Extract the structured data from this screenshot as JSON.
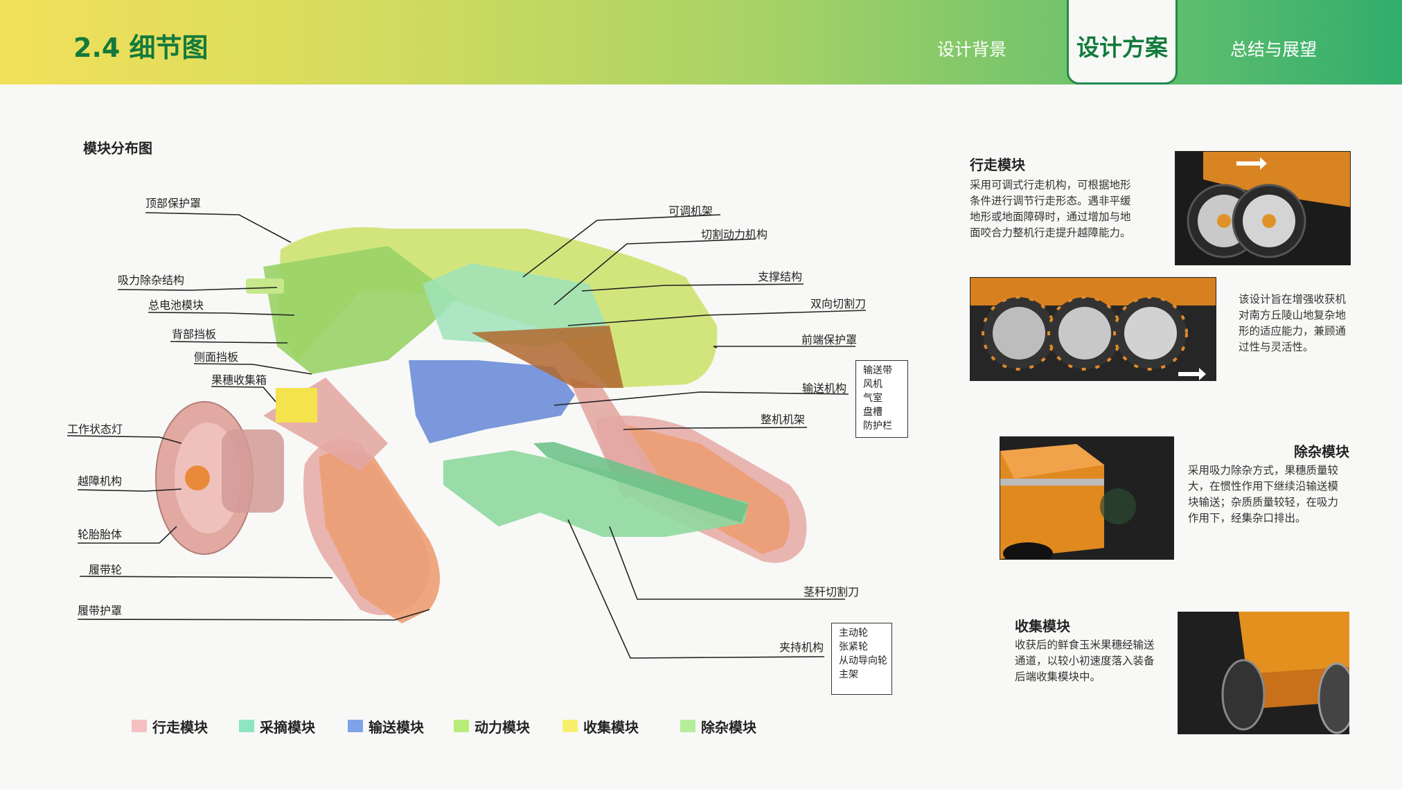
{
  "header": {
    "title": "2.4 细节图",
    "nav": [
      "设计背景",
      "设计方案",
      "总结与展望"
    ],
    "active_nav": "设计方案"
  },
  "diagram": {
    "title": "模块分布图",
    "left_labels": [
      "顶部保护罩",
      "吸力除杂结构",
      "总电池模块",
      "背部挡板",
      "侧面挡板",
      "果穗收集箱",
      "工作状态灯",
      "越障机构",
      "轮胎胎体",
      "履带轮",
      "履带护罩"
    ],
    "right_labels": [
      "可调机架",
      "切割动力机构",
      "支撑结构",
      "双向切割刀",
      "前端保护罩",
      "输送机构",
      "整机机架",
      "茎秆切割刀",
      "夹持机构"
    ],
    "conveyor_box": [
      "输送带",
      "风机",
      "气室",
      "盘槽",
      "防护栏"
    ],
    "clamp_box": [
      "主动轮",
      "张紧轮",
      "从动导向轮",
      "主架"
    ]
  },
  "legend": [
    {
      "label": "行走模块",
      "color": "#f6c0c0"
    },
    {
      "label": "采摘模块",
      "color": "#8ee6c0"
    },
    {
      "label": "输送模块",
      "color": "#7fa3e8"
    },
    {
      "label": "动力模块",
      "color": "#b8ec78"
    },
    {
      "label": "收集模块",
      "color": "#f7ef6c"
    },
    {
      "label": "除杂模块",
      "color": "#b6ed9a"
    }
  ],
  "panels": {
    "walking": {
      "title": "行走模块",
      "desc": [
        "采用可调式行走机构，可根据地形",
        "条件进行调节行走形态。遇非平缓",
        "地形或地面障碍时，通过增加与地",
        "面咬合力整机行走提升越障能力。"
      ]
    },
    "adapt": {
      "desc": [
        "该设计旨在增强收获机",
        "对南方丘陵山地复杂地",
        "形的适应能力，兼顾通",
        "过性与灵活性。"
      ]
    },
    "impurity": {
      "title": "除杂模块",
      "desc": [
        "采用吸力除杂方式，果穗质量较",
        "大，在惯性作用下继续沿输送模",
        "块输送；杂质质量较轻，在吸力",
        "作用下，经集杂口排出。"
      ]
    },
    "collect": {
      "title": "收集模块",
      "desc": [
        "收获后的鲜食玉米果穗经输送",
        "通道，以较小初速度落入装备",
        "后端收集模块中。"
      ]
    }
  }
}
